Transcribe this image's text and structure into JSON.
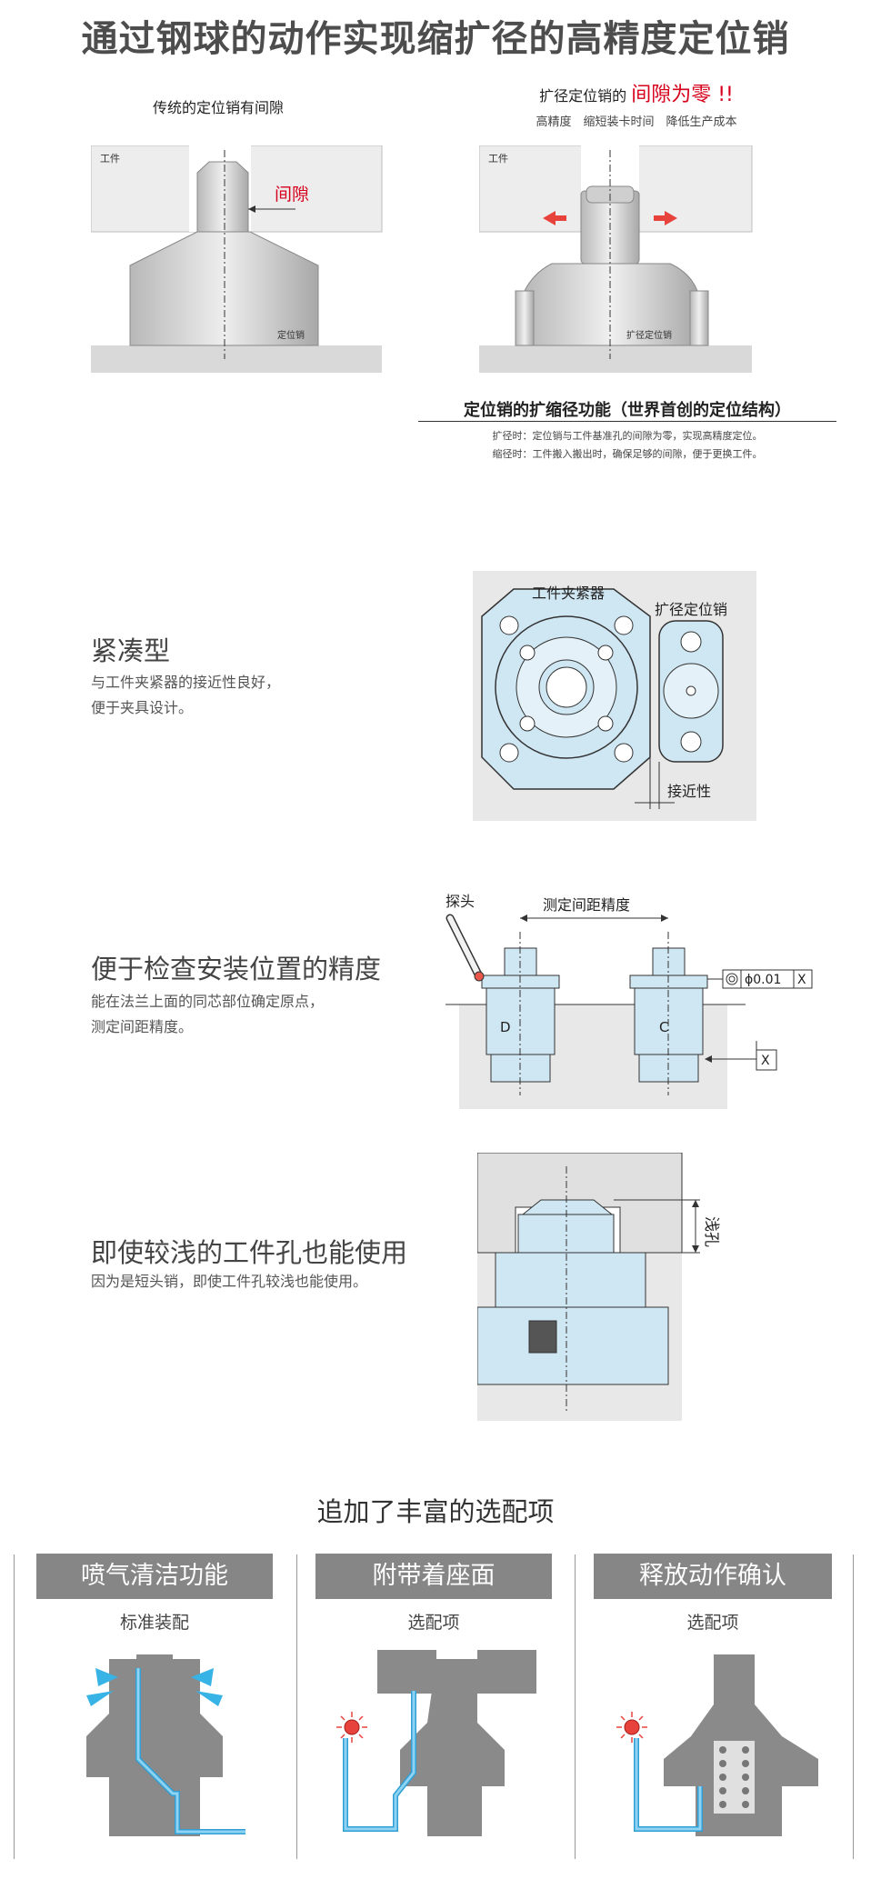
{
  "title": "通过钢球的动作实现缩扩径的高精度定位销",
  "top": {
    "left_caption": "传统的定位销有间隙",
    "right_caption_prefix": "扩径定位销的",
    "right_caption_highlight": "间隙为零 !!",
    "right_subcaption": "高精度　缩短装卡时间　降低生产成本",
    "workpiece_label": "工件",
    "gap_label": "间隙",
    "pin_label_left": "定位销",
    "pin_label_right": "扩径定位销",
    "function_title": "定位销的扩缩径功能（世界首创的定位结构）",
    "function_line1": "扩径时：定位销与工件基准孔的间隙为零，实现高精度定位。",
    "function_line2": "缩径时：工件搬入搬出时，确保足够的间隙，便于更换工件。"
  },
  "features": [
    {
      "title": "紧凑型",
      "desc1": "与工件夹紧器的接近性良好，",
      "desc2": "便于夹具设计。",
      "fig_label_clamp": "工件夹紧器",
      "fig_label_pin": "扩径定位销",
      "fig_label_prox": "接近性"
    },
    {
      "title": "便于检查安装位置的精度",
      "desc1": "能在法兰上面的同芯部位确定原点，",
      "desc2": "测定间距精度。",
      "fig_label_probe": "探头",
      "fig_label_measure": "测定间距精度",
      "fig_label_d": "D",
      "fig_label_c": "C",
      "fig_tol_value": "ϕ0.01",
      "fig_tol_ref": "X",
      "fig_datum": "X"
    },
    {
      "title": "即使较浅的工件孔也能使用",
      "desc1": "因为是短头销，即使工件孔较浅也能使用。",
      "fig_label_shallow": "浅孔"
    }
  ],
  "options": {
    "title": "追加了丰富的选配项",
    "items": [
      {
        "head": "喷气清洁功能",
        "sub": "标准装配"
      },
      {
        "head": "附带着座面",
        "sub": "选配项"
      },
      {
        "head": "释放动作确认",
        "sub": "选配项"
      }
    ]
  },
  "colors": {
    "accent_red": "#d7001c",
    "light_blue": "#cfe6f3",
    "flow_blue": "#37b3e6",
    "gray_head": "#868686"
  }
}
